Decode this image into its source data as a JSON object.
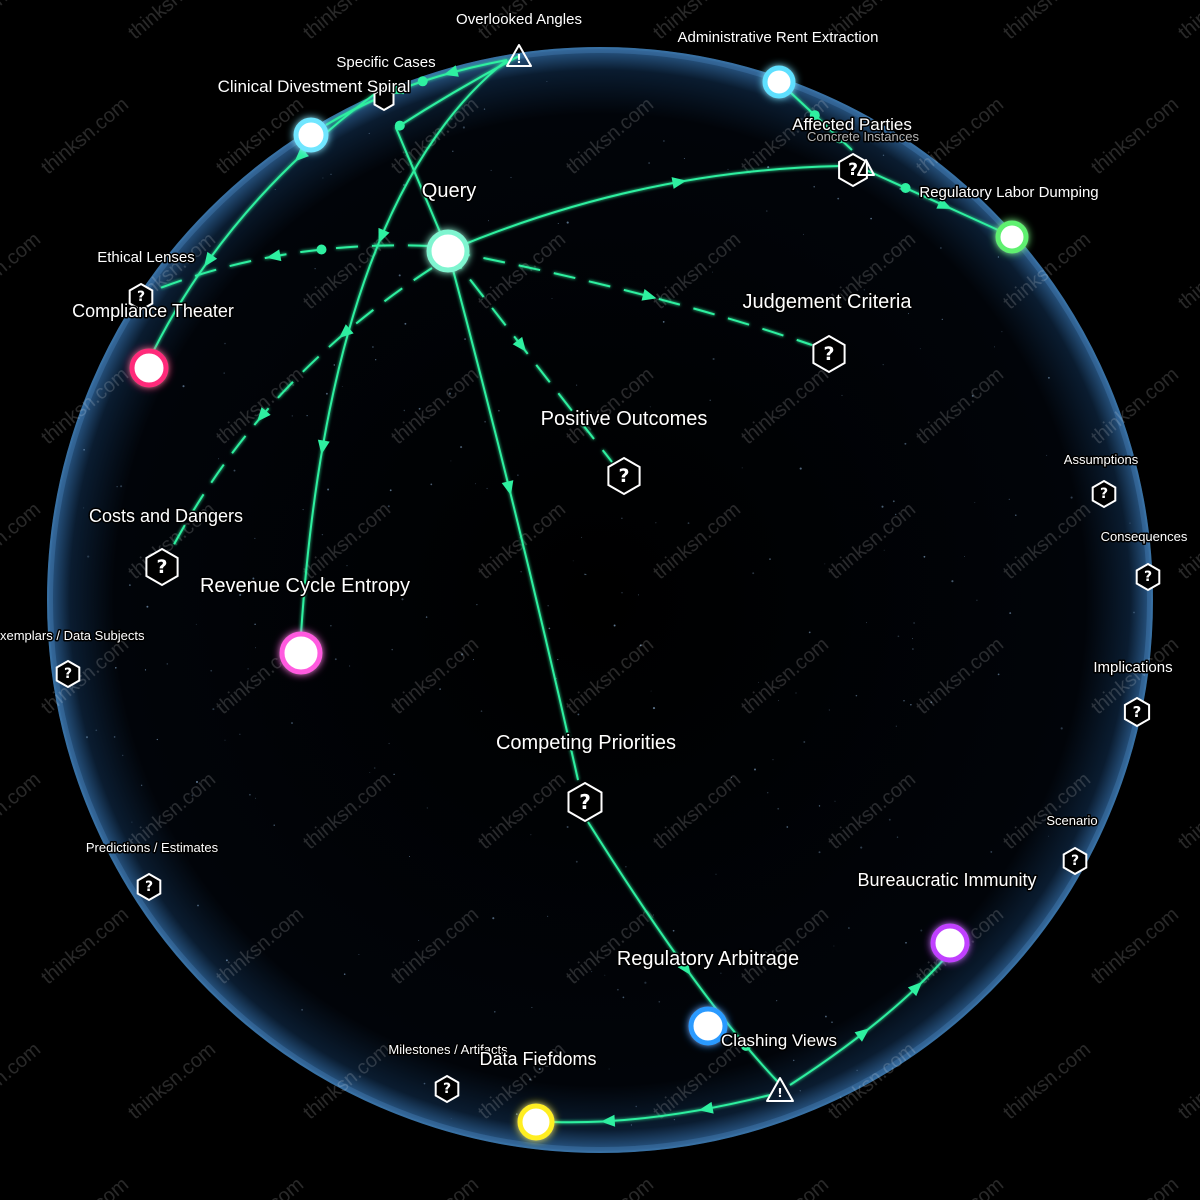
{
  "watermark": "thinksn.com",
  "colors": {
    "edge": "#2ef0a0",
    "sphere_rim": "#2a5a8a",
    "sphere_fill": "#020812",
    "label": "#ffffff"
  },
  "nodes": {
    "query": {
      "label": "Query",
      "color": "#7ff5d0"
    },
    "clinical_divestment_spiral": {
      "label": "Clinical Divestment Spiral",
      "color": "#6fe6ff"
    },
    "administrative_rent_extraction": {
      "label": "Administrative Rent Extraction",
      "color": "#5fe0ff"
    },
    "regulatory_labor_dumping": {
      "label": "Regulatory Labor Dumping",
      "color": "#5ff070"
    },
    "compliance_theater": {
      "label": "Compliance Theater",
      "color": "#ff2a7a"
    },
    "revenue_cycle_entropy": {
      "label": "Revenue Cycle Entropy",
      "color": "#ff5adf"
    },
    "regulatory_arbitrage": {
      "label": "Regulatory Arbitrage",
      "color": "#2a9aff"
    },
    "bureaucratic_immunity": {
      "label": "Bureaucratic Immunity",
      "color": "#c040ff"
    },
    "data_fiefdoms": {
      "label": "Data Fiefdoms",
      "color": "#ffee20"
    }
  },
  "categories": {
    "overlooked_angles": {
      "label": "Overlooked Angles",
      "icon": "warning-triangle-icon"
    },
    "specific_cases": {
      "label": "Specific Cases",
      "icon": "hexagon-icon"
    },
    "affected_parties": {
      "label": "Affected Parties",
      "icon": "question-hexagon-icon"
    },
    "concrete_instances": {
      "label": "Concrete Instances",
      "icon": "triangle-icon"
    },
    "ethical_lenses": {
      "label": "Ethical Lenses",
      "icon": "question-hexagon-icon"
    },
    "judgement_criteria": {
      "label": "Judgement Criteria",
      "icon": "question-hexagon-icon"
    },
    "positive_outcomes": {
      "label": "Positive Outcomes",
      "icon": "question-hexagon-icon"
    },
    "costs_and_dangers": {
      "label": "Costs and Dangers",
      "icon": "question-hexagon-icon"
    },
    "exemplars": {
      "label": "xemplars / Data Subjects",
      "icon": "question-hexagon-icon"
    },
    "assumptions": {
      "label": "Assumptions",
      "icon": "question-hexagon-icon"
    },
    "consequences": {
      "label": "Consequences",
      "icon": "question-hexagon-icon"
    },
    "implications": {
      "label": "Implications",
      "icon": "question-hexagon-icon"
    },
    "competing_priorities": {
      "label": "Competing Priorities",
      "icon": "question-hexagon-icon"
    },
    "scenario": {
      "label": "Scenario",
      "icon": "question-hexagon-icon"
    },
    "predictions": {
      "label": "Predictions / Estimates",
      "icon": "question-hexagon-icon"
    },
    "milestones": {
      "label": "Milestones / Artifacts",
      "icon": "question-hexagon-icon"
    },
    "clashing_views": {
      "label": "Clashing Views",
      "icon": "warning-triangle-icon"
    }
  }
}
